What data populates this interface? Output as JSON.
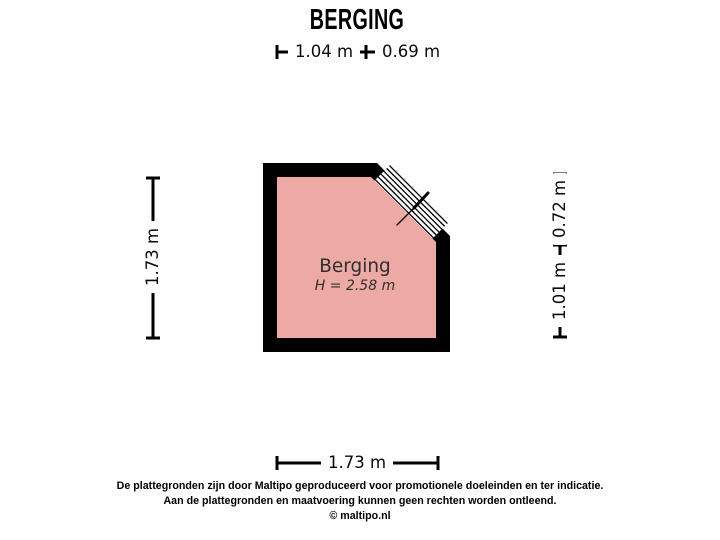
{
  "title": "BERGING",
  "colors": {
    "room_fill": "#eda9a3",
    "wall": "#000000",
    "label_bg": "#ffffff",
    "ink": "#000000"
  },
  "room": {
    "name": "Berging",
    "height_label": "H = 2.58 m"
  },
  "dimensions": {
    "top": [
      {
        "label": "1.04 m"
      },
      {
        "label": "0.69 m"
      }
    ],
    "left": {
      "label": "1.73 m"
    },
    "right": [
      {
        "label": "0.72 m"
      },
      {
        "label": "1.01 m"
      }
    ],
    "bottom": {
      "label": "1.73 m"
    }
  },
  "footer": {
    "line1": "De plattegronden zijn door Maltipo geproduceerd voor promotionele doeleinden en ter indicatie.",
    "line2": "Aan de plattegronden en maatvoering kunnen geen rechten worden ontleend.",
    "line3": "© maltipo.nl"
  }
}
